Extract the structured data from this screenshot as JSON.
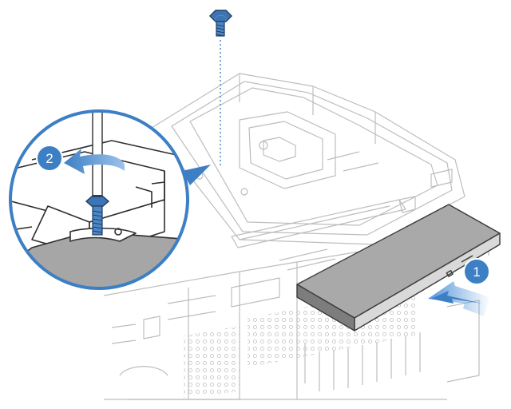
{
  "figure": {
    "steps": [
      {
        "label": "1",
        "action": "slide-optical-drive-in"
      },
      {
        "label": "2",
        "action": "install-screw"
      }
    ],
    "icons": {
      "screw": "hex-screw-icon",
      "screwdriver": "screwdriver-icon",
      "rotate": "rotate-arrow-icon",
      "push": "push-arrow-icon"
    },
    "colors": {
      "line": "#b8b8b8",
      "line_dark": "#4a4a4a",
      "accent_blue": "#3d7fc4",
      "arrow_blue": "#4a8fd8",
      "callout_ring": "#3d7fc4",
      "drive_top": "#a8a8a8",
      "screw_blue": "#2f5f96"
    }
  }
}
